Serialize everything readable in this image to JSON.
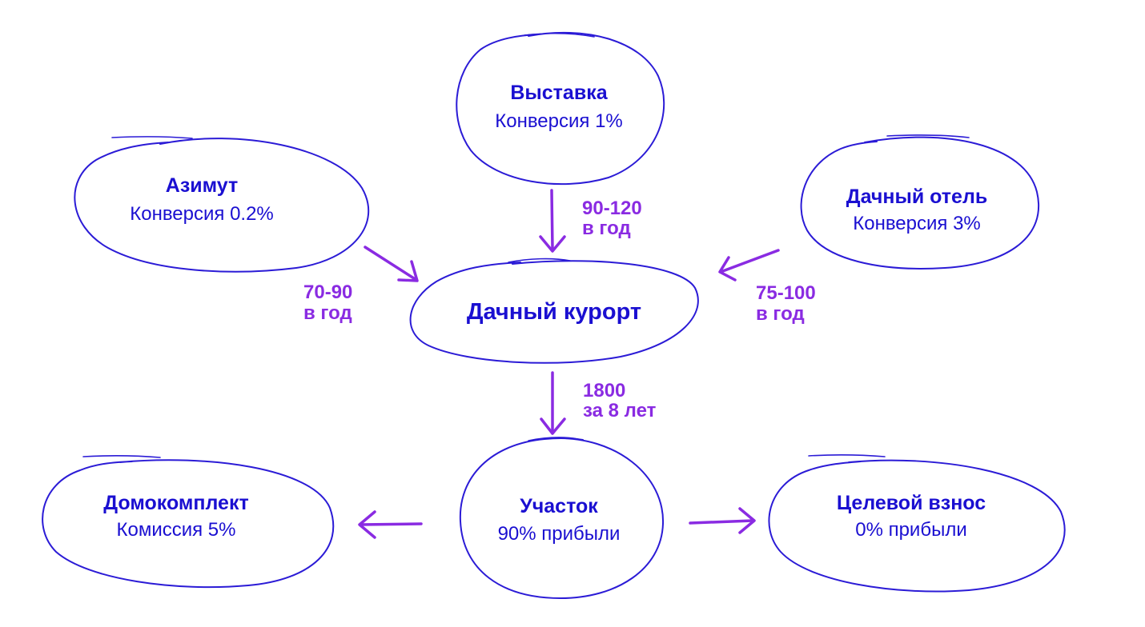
{
  "nodes": {
    "vystavka": {
      "title": "Выставка",
      "subtitle": "Конверсия 1%"
    },
    "azimut": {
      "title": "Азимут",
      "subtitle": "Конверсия 0.2%"
    },
    "hotel": {
      "title": "Дачный отель",
      "subtitle": "Конверсия 3%"
    },
    "resort": {
      "title": "Дачный курорт"
    },
    "plot": {
      "title": "Участок",
      "subtitle": "90% прибыли"
    },
    "housekit": {
      "title": "Домокомплект",
      "subtitle": "Комиссия 5%"
    },
    "fee": {
      "title": "Целевой взнос",
      "subtitle": "0% прибыли"
    }
  },
  "edges": {
    "vystavka_resort": {
      "line1": "90-120",
      "line2": "в год"
    },
    "azimut_resort": {
      "line1": "70-90",
      "line2": "в год"
    },
    "hotel_resort": {
      "line1": "75-100",
      "line2": "в год"
    },
    "resort_plot": {
      "line1": "1800",
      "line2": "за 8 лет"
    }
  },
  "colors": {
    "node_outline": "#2b1bd6",
    "node_text": "#1a0fd1",
    "arrow": "#8a2be2"
  }
}
